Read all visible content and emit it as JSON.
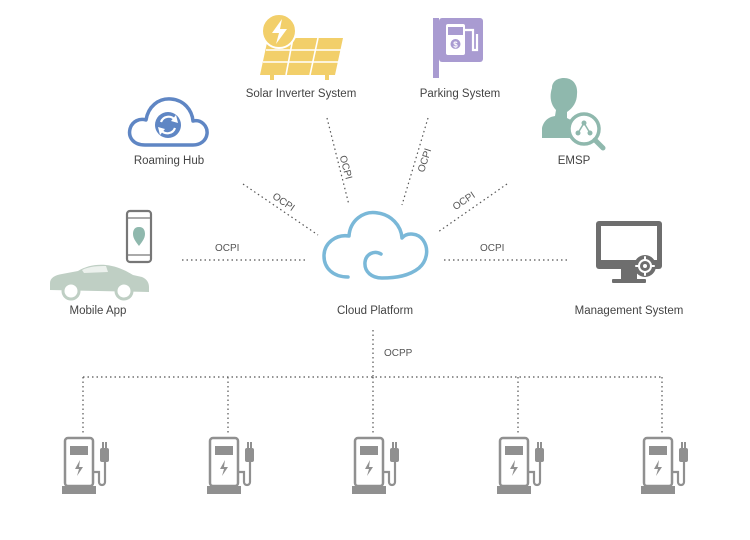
{
  "nodes": {
    "solar": "Solar Inverter System",
    "parking": "Parking System",
    "roaming": "Roaming Hub",
    "emsp": "EMSP",
    "mobile": "Mobile App",
    "cloud": "Cloud Platform",
    "management": "Management System"
  },
  "protocols": {
    "solar": "OCPI",
    "parking": "OCPI",
    "roaming": "OCPI",
    "emsp": "OCPI",
    "mobile": "OCPI",
    "management": "OCPI",
    "chargers": "OCPP"
  },
  "chargers": [
    "charger",
    "charger",
    "charger",
    "charger",
    "charger"
  ],
  "colors": {
    "cloud": "#7ab8d8",
    "solar": "#f2cf6a",
    "parking": "#a99bd1",
    "roaming": "#5f86c4",
    "emsp": "#8fb8ad",
    "mobile": "#bfcfc4",
    "management": "#6e6e6e",
    "charger": "#909090",
    "line": "#555555"
  }
}
